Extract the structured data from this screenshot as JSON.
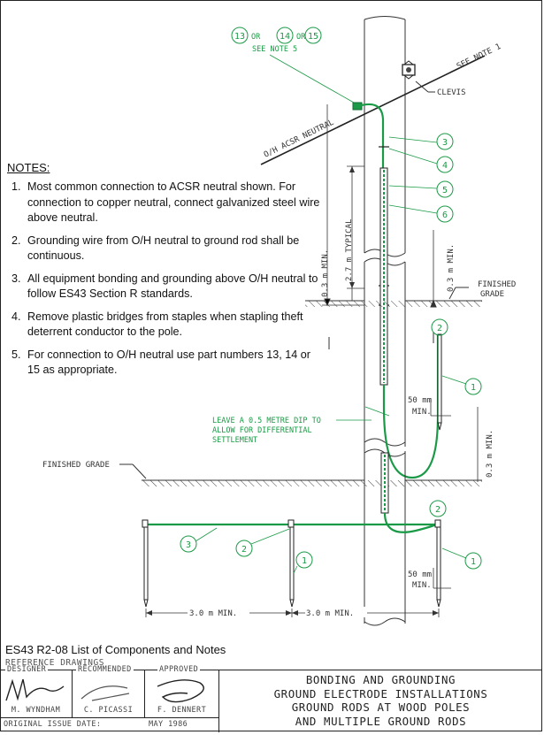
{
  "callouts": {
    "top_parts": [
      "13",
      "14",
      "15"
    ],
    "or_word": "OR",
    "see_note_5": "SEE NOTE 5",
    "see_note_1": "SEE NOTE 1",
    "clevis": "CLEVIS",
    "neutral": "O/H ACSR NEUTRAL",
    "upper_items": [
      "3",
      "4",
      "5",
      "6"
    ],
    "item_2": "2",
    "item_1": "1",
    "item_3": "3"
  },
  "dimensions": {
    "min_03_upper": "0.3 m MIN.",
    "typical_27": "2.7 m TYPICAL",
    "min_03_right": "0.3 m MIN.",
    "min_03_lower": "0.3 m MIN.",
    "mm_50_a": "50 mm",
    "min_a": "MIN.",
    "mm_50_b": "50 mm",
    "min_b": "MIN.",
    "spacing_1": "3.0 m MIN.",
    "spacing_2": "3.0 m MIN."
  },
  "labels": {
    "finished_grade_right_1": "FINISHED",
    "finished_grade_right_2": "GRADE",
    "finished_grade_left": "FINISHED GRADE",
    "dip_note_1": "LEAVE A 0.5 METRE DIP TO",
    "dip_note_2": "ALLOW FOR DIFFERENTIAL",
    "dip_note_3": "SETTLEMENT"
  },
  "notes": {
    "heading": "NOTES:",
    "items": [
      "Most common connection to ACSR neutral shown. For connection to copper neutral, connect galvanized steel wire above neutral.",
      "Grounding wire from O/H neutral to ground rod shall be continuous.",
      "All equipment bonding and grounding above O/H neutral to follow ES43 Section R standards.",
      "Remove plastic bridges from staples when stapling theft deterrent conductor to the pole.",
      "For connection to O/H neutral use part numbers 13, 14 or 15 as appropriate."
    ]
  },
  "drawing": {
    "caption": "ES43 R2-08   List of Components and Notes",
    "reference": "REFERENCE DRAWINGS"
  },
  "titleblock": {
    "designer_label": "DESIGNER",
    "designer_name": "M. WYNDHAM",
    "recommended_label": "RECOMMENDED",
    "recommended_name": "C. PICASSI",
    "approved_label": "APPROVED",
    "approved_name": "F. DENNERT",
    "issue_label": "ORIGINAL ISSUE DATE:",
    "issue_date": "MAY 1986",
    "title_lines": [
      "BONDING AND GROUNDING",
      "GROUND ELECTRODE INSTALLATIONS",
      "GROUND RODS AT WOOD POLES",
      "AND MULTIPLE GROUND RODS"
    ]
  },
  "colors": {
    "conductor": "#1a9a46",
    "linework": "#333333"
  }
}
